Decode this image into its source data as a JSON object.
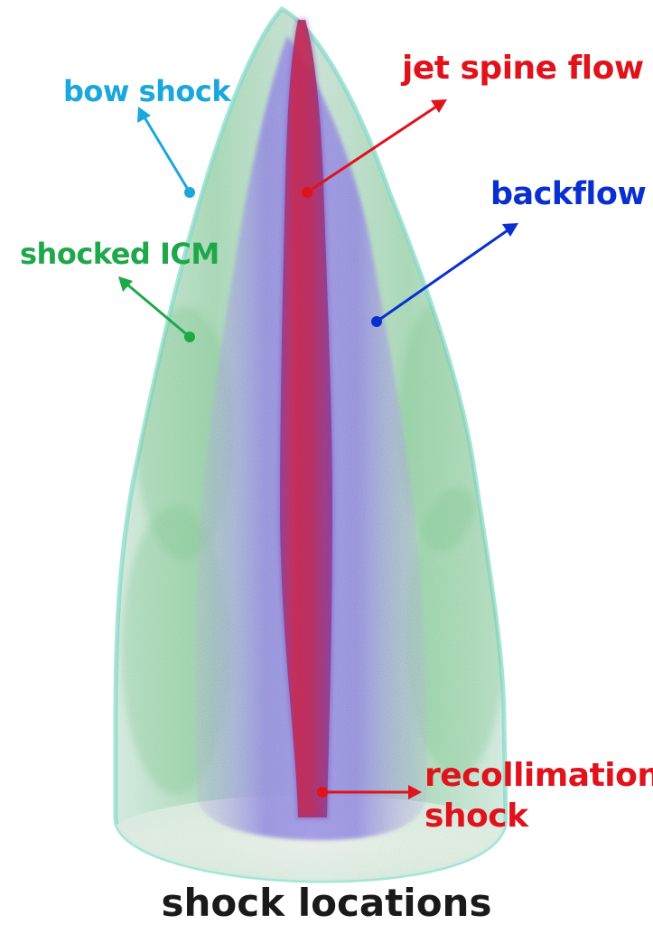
{
  "labels": {
    "bow_shock": "bow shock",
    "jet_spine_flow": "jet spine flow",
    "backflow": "backflow",
    "shocked_icm": "shocked ICM",
    "recollimation_line1": "recollimation",
    "recollimation_line2": "shock"
  },
  "caption": "shock locations",
  "colors": {
    "bow_shock": "#1aa7dc",
    "jet_spine_flow": "#e0121b",
    "backflow": "#0a2fcf",
    "shocked_icm": "#1ea84a",
    "recollimation": "#e0121b",
    "cocoon_edge": "#7fd8c8",
    "cocoon_fill": "#bfe8cf",
    "backflow_fill": "#8a7ee6",
    "jet_fill": "#c4234c",
    "caption": "#1a1a1a"
  }
}
